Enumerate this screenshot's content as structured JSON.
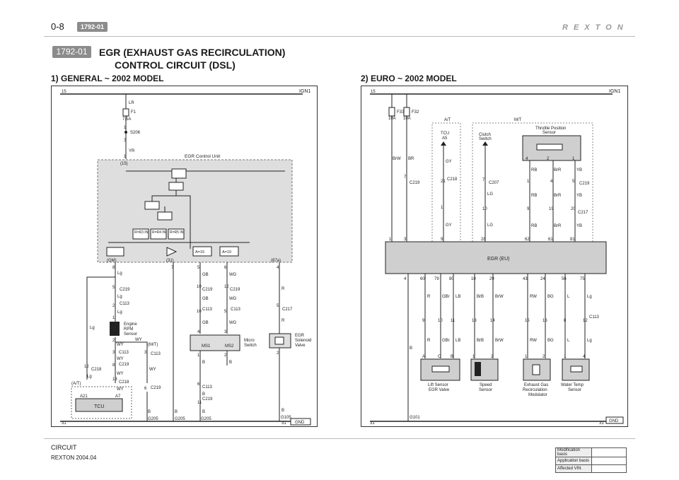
{
  "header": {
    "page_number": "0-8",
    "section_tag": "1792-01",
    "brand_logo": "REXTON"
  },
  "title": {
    "tag": "1792-01",
    "line1": "EGR (EXHAUST GAS RECIRCULATION)",
    "line2": "CONTROL CIRCUIT (DSL)"
  },
  "sections": {
    "left": "1) GENERAL ~ 2002 MODEL",
    "right": "2) EURO ~ 2002 MODEL"
  },
  "general": {
    "top_node": "15",
    "bottom_node": "31",
    "bottom_node_right": "31",
    "ign": "IGN1",
    "gnd": "GND",
    "fuse_wire": "LR",
    "fuse": "F1",
    "fuse_rating": "7.5A",
    "splice": "S206",
    "splice_pin": "3",
    "splice_pin_top": "1",
    "wire_yr": "YR",
    "unit_title": "EGR Control Unit",
    "unit_pin_top": "1",
    "unit_pin_top_label": "(15)",
    "relays": [
      "R=R3 IN",
      "R=R4 IN",
      "R=R5 IN"
    ],
    "amps": [
      "A=15",
      "A=10"
    ],
    "bottom_labels": [
      "(GM)",
      "(31)",
      "(87a)"
    ],
    "unit_pins": [
      "8",
      "7",
      "5",
      "6",
      "4"
    ],
    "wires": {
      "lg": "Lg",
      "gb": "GB",
      "wg": "WG",
      "r": "R",
      "b": "B",
      "wy": "WY",
      "wy_mt": "(M/T)",
      "at": "(A/T)"
    },
    "conn": {
      "c219": "C219",
      "c113": "C113",
      "c217": "C217",
      "c218": "C218"
    },
    "pins": {
      "p5": "5",
      "p2": "2",
      "p1": "1",
      "p3": "3",
      "p12": "12",
      "p13": "13",
      "p10": "10",
      "p6": "6",
      "p8": "8",
      "p11": "11",
      "p4": "4"
    },
    "rpm_sensor": [
      "Engine",
      "RPM",
      "Sensor"
    ],
    "micro_switch": [
      "Micro",
      "Switch"
    ],
    "ms": [
      "MS1",
      "MS2"
    ],
    "egr_valve": [
      "EGR",
      "Solenoid",
      "Valve"
    ],
    "tcu": "TCU",
    "tcu_pins": [
      "A21",
      "A7"
    ],
    "grounds": [
      "G205",
      "G205",
      "G205",
      "G105"
    ]
  },
  "euro": {
    "top_node": "15",
    "bottom_node": "31",
    "bottom_node_right": "31",
    "ign": "IGN1",
    "gnd": "GND",
    "fuses": [
      "F33",
      "F32"
    ],
    "fuse_ratings": [
      "10A",
      "10A"
    ],
    "at": "A/T",
    "mt": "M/T",
    "tcu_a5": [
      "TCU",
      "A5"
    ],
    "clutch": [
      "Clutch",
      "Switch"
    ],
    "tps": [
      "Throttle Position",
      "Sensor"
    ],
    "tps_pins": [
      "4",
      "2",
      "1"
    ],
    "wires": {
      "brw": "BrW",
      "br": "BR",
      "gy": "GY",
      "lg": "LG",
      "rb": "RB",
      "brr": "BrR",
      "yb": "YB",
      "r": "R",
      "gbr": "GBr",
      "lb": "LB",
      "brb": "BrB",
      "brw2": "BrW",
      "rw": "RW",
      "bg": "BG",
      "l": "L",
      "lg2": "Lg",
      "b": "B"
    },
    "conn": {
      "c219": "C219",
      "c218": "C218",
      "c207": "C207",
      "c217": "C217",
      "c113": "C113"
    },
    "conn_pins": {
      "c219_upper": [
        "1",
        "4",
        "5"
      ],
      "c217_upper": [
        "9",
        "19",
        "20"
      ],
      "a7": "7",
      "a21": "21",
      "a7b": "7",
      "a10": "10",
      "a1": "1"
    },
    "ecu_pins_top": [
      "1",
      "3",
      "9",
      "28",
      "62",
      "61",
      "81"
    ],
    "ecu_title": "EGR (EU)",
    "ecu_pins_bottom": [
      "4",
      "60",
      "79",
      "80",
      "10",
      "29",
      "43",
      "24",
      "56",
      "75"
    ],
    "c113_pins": [
      "9",
      "10",
      "11",
      "13",
      "14",
      "15",
      "16",
      "8",
      "12"
    ],
    "comp_pins": [
      "A",
      "C",
      "B",
      "1",
      "2",
      "1",
      "2",
      "1",
      "4"
    ],
    "components": [
      [
        "Lift Sensor",
        "EGR Valve"
      ],
      [
        "Speed",
        "Sensor"
      ],
      [
        "Exhaust Gas",
        "Recirculation",
        "Modulator"
      ],
      [
        "Water Temp",
        "Sensor"
      ]
    ],
    "ground": "G101"
  },
  "footer": {
    "line1": "CIRCUIT",
    "line2": "REXTON 2004.04",
    "table": [
      "Modification basis",
      "Application basis",
      "Affected VIN"
    ]
  },
  "colors": {
    "tag_gray": "#8c8c8c",
    "unit_fill": "#dedede",
    "ecu_fill": "#cfcfcf"
  }
}
